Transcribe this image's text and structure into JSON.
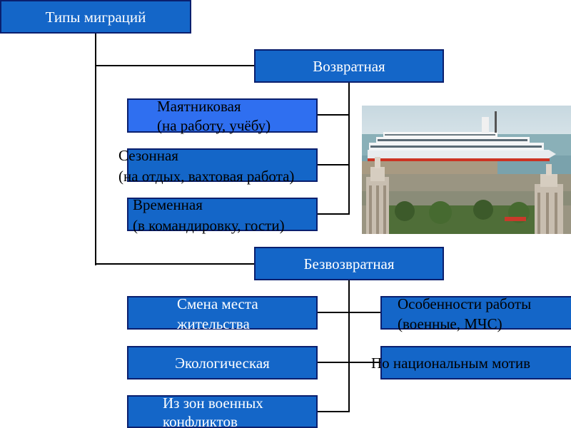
{
  "title": "Типы миграций",
  "return_node": "Возвратная",
  "return_types": [
    {
      "line1": "Маятниковая",
      "line2": "(на работу, учёбу)"
    },
    {
      "line1": "Сезонная",
      "line2": "(на отдых, вахтовая работа)"
    },
    {
      "line1": "Временная",
      "line2": "(в командировку, гости)"
    }
  ],
  "nonreturn_node": "Безвозвратная",
  "nonreturn_left": [
    {
      "line1": "Смена места",
      "line2": "жительства"
    },
    {
      "line1": "Экологическая"
    },
    {
      "line1": "Из зон военных",
      "line2": "конфликтов"
    }
  ],
  "nonreturn_right": [
    {
      "line1": "Особенности работы",
      "line2": "(военные, МЧС)"
    },
    {
      "line1": "По национальным мотив"
    }
  ],
  "colors": {
    "box_fill": "#1466c8",
    "box_fill_light": "#2f6ff0",
    "box_border": "#0a1f6e"
  }
}
